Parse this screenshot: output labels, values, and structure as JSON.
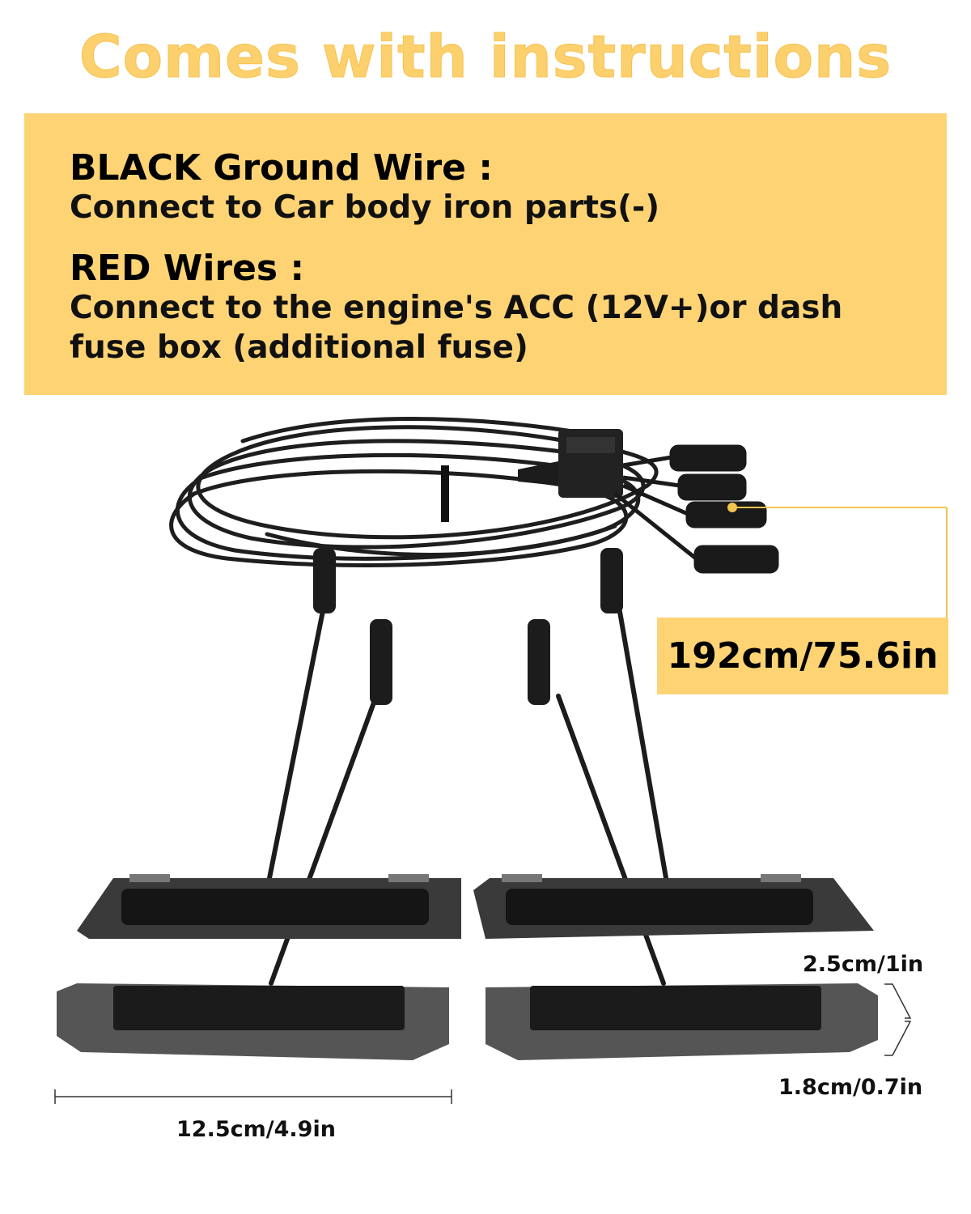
{
  "headline": "Comes with instructions",
  "instructions": {
    "black_title": "BLACK Ground Wire :",
    "black_text": "Connect to Car body iron parts(-)",
    "red_title": "RED Wires :",
    "red_text_1": "Connect to the engine's ACC (12V+)or dash",
    "red_text_2": "fuse box (additional fuse)"
  },
  "cable_length": "192cm/75.6in",
  "dimensions": {
    "length": "12.5cm/4.9in",
    "height_top": "2.5cm/1in",
    "height_bottom": "1.8cm/0.7in"
  },
  "colors": {
    "headline": "#fdd06e",
    "panel": "#fdd374",
    "product": "#2b2b2b"
  }
}
